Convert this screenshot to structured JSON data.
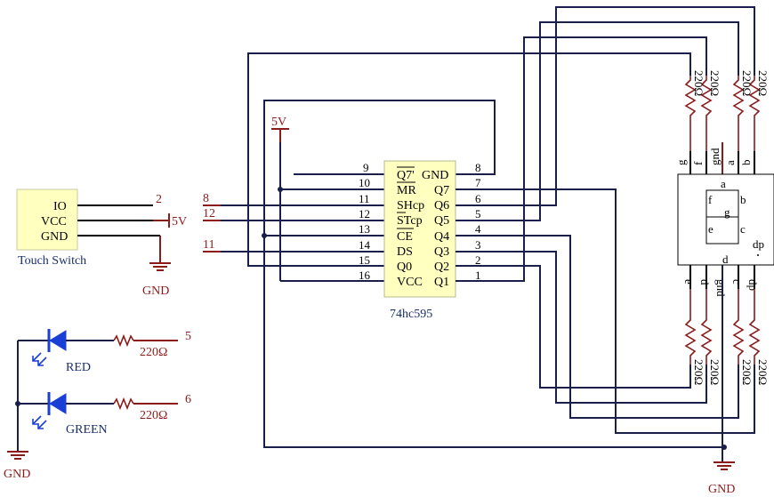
{
  "touch_switch": {
    "label": "Touch Switch",
    "pins": [
      "IO",
      "VCC",
      "GND"
    ],
    "io_net": "2",
    "vcc_net": "5V",
    "gnd_label": "GND"
  },
  "leds": [
    {
      "label": "RED",
      "resistor": "220Ω",
      "net": "5"
    },
    {
      "label": "GREEN",
      "resistor": "220Ω",
      "net": "6"
    }
  ],
  "led_gnd_label": "GND",
  "shift_register": {
    "name": "74hc595",
    "left_pins": [
      {
        "num": "9",
        "name": "Q7'"
      },
      {
        "num": "10",
        "name": "MR"
      },
      {
        "num": "11",
        "name": "SHcp"
      },
      {
        "num": "12",
        "name": "STcp"
      },
      {
        "num": "13",
        "name": "CE"
      },
      {
        "num": "14",
        "name": "DS"
      },
      {
        "num": "15",
        "name": "Q0"
      },
      {
        "num": "16",
        "name": "VCC"
      }
    ],
    "right_pins": [
      {
        "num": "8",
        "name": "GND"
      },
      {
        "num": "7",
        "name": "Q7"
      },
      {
        "num": "6",
        "name": "Q6"
      },
      {
        "num": "5",
        "name": "Q5"
      },
      {
        "num": "4",
        "name": "Q4"
      },
      {
        "num": "3",
        "name": "Q3"
      },
      {
        "num": "2",
        "name": "Q2"
      },
      {
        "num": "1",
        "name": "Q1"
      }
    ],
    "input_nets": [
      "8",
      "12",
      "11"
    ],
    "power_label": "5V"
  },
  "display": {
    "top_pins": [
      "g",
      "f",
      "gnd",
      "a",
      "b"
    ],
    "bottom_pins": [
      "e",
      "d",
      "gnd",
      "c",
      "dp"
    ],
    "segment_labels": [
      "a",
      "f",
      "b",
      "g",
      "e",
      "c",
      "d",
      "dp"
    ],
    "top_resistors": [
      "220Ω",
      "220Ω",
      "220Ω",
      "220Ω"
    ],
    "bottom_resistors": [
      "220Ω",
      "220Ω",
      "220Ω",
      "220Ω"
    ],
    "gnd_label": "GND"
  }
}
